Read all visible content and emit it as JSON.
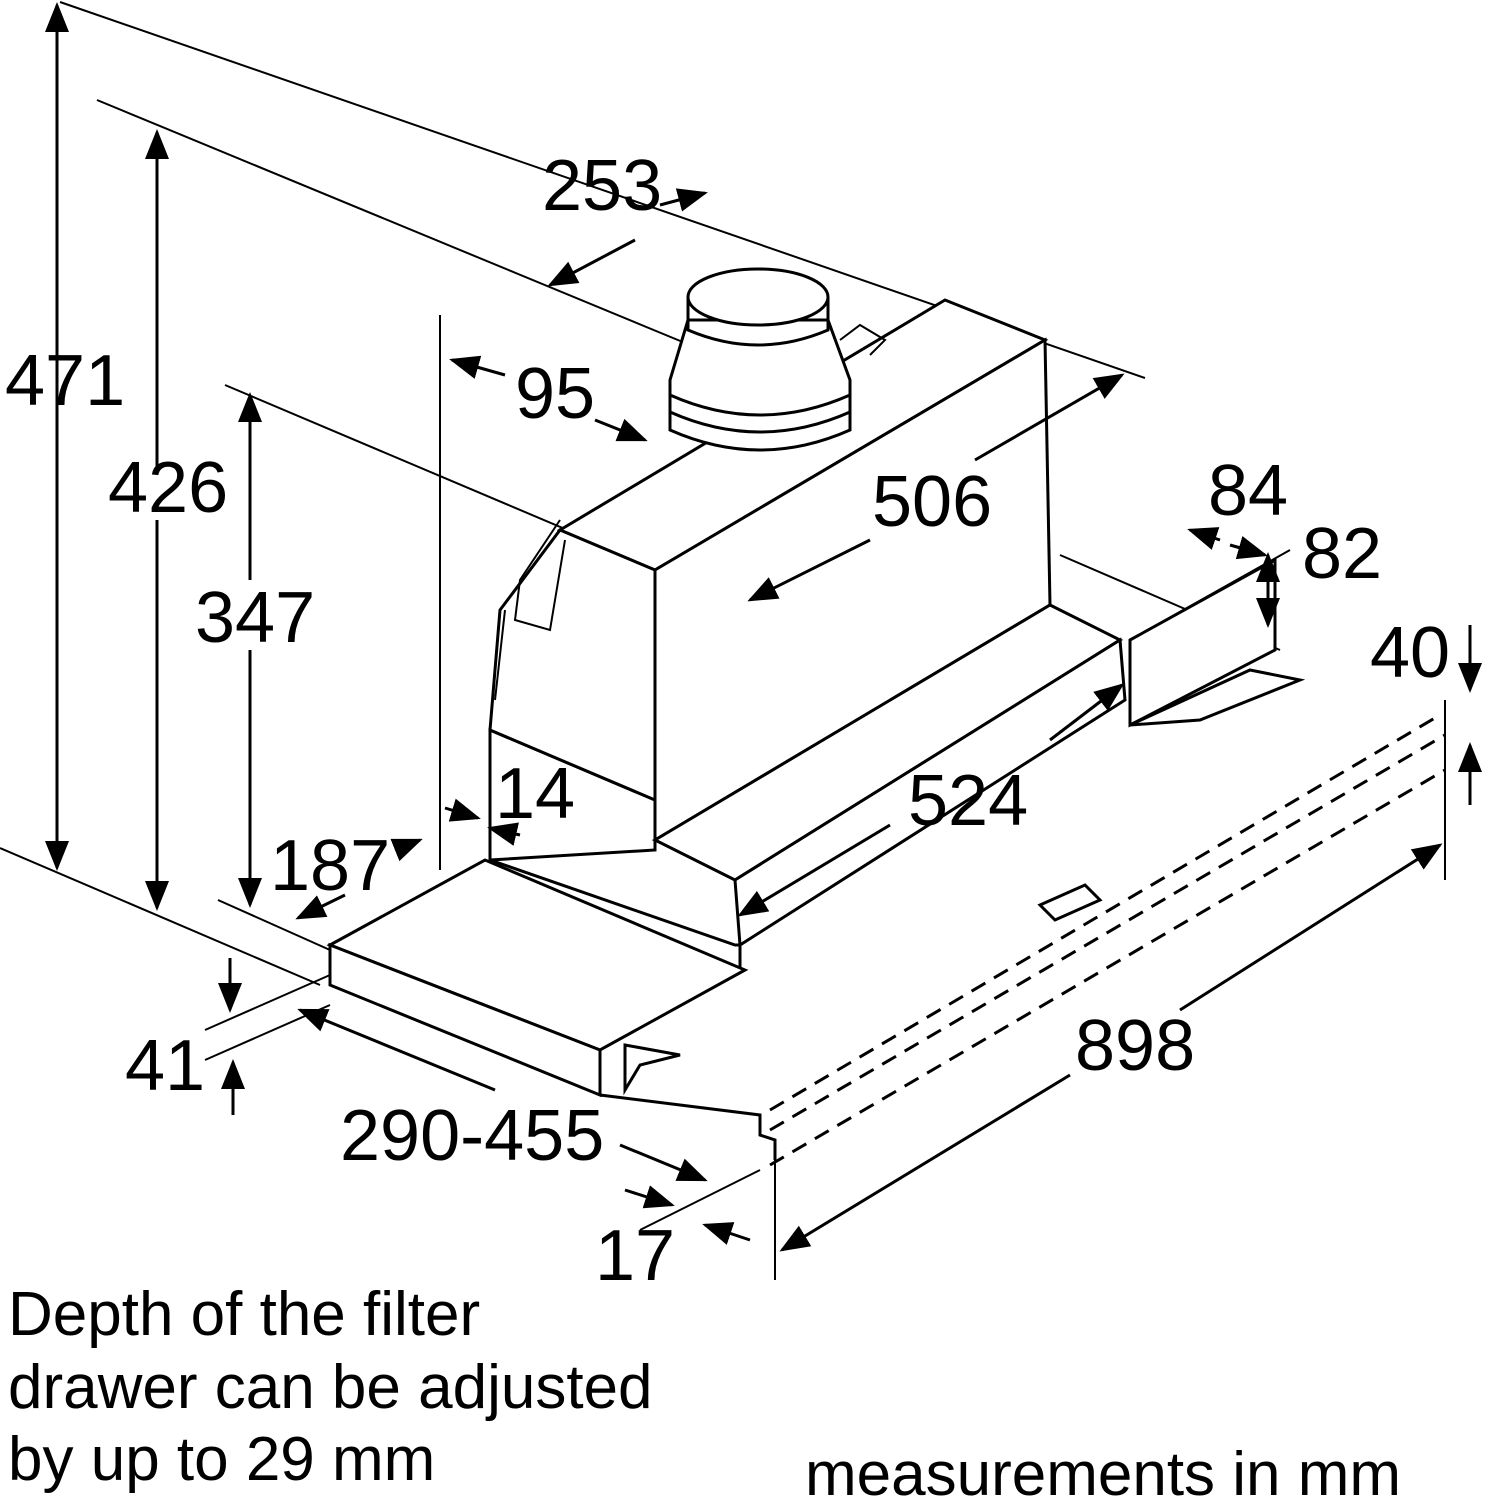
{
  "dimensions": {
    "total_height": "471",
    "height_426": "426",
    "height_347": "347",
    "duct_offset": "253",
    "offset_95": "95",
    "depth_506": "506",
    "width_84": "84",
    "height_82": "82",
    "height_40": "40",
    "offset_14": "14",
    "offset_187": "187",
    "width_524": "524",
    "height_41": "41",
    "drawer_depth": "290-455",
    "width_898": "898",
    "offset_17": "17"
  },
  "notes": {
    "line1": "Depth of the filter",
    "line2": "drawer can be adjusted",
    "line3": "by up to 29 mm"
  },
  "units_note": "measurements in mm"
}
